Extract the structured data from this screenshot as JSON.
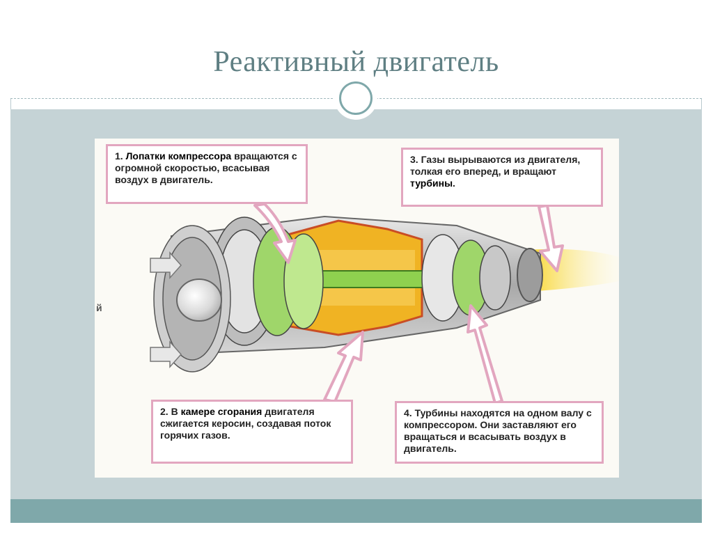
{
  "slide": {
    "title": "Реактивный двигатель"
  },
  "colors": {
    "title": "#5f7f83",
    "band": "#c5d3d6",
    "footer": "#7fa8aa",
    "callout_border": "#e2a6bf",
    "flame": "#f5e24a",
    "shaft": "#8fd14f",
    "chamber": "#f0b323"
  },
  "callouts": [
    {
      "id": 1,
      "lead": "1. ",
      "bold": "Лопатки компрессора",
      "text": "вращаются с огромной скоростью, всасывая воздух в двигатель."
    },
    {
      "id": 2,
      "lead": "2. В ",
      "bold": "камере сгорания",
      "text": "двигателя сжигается керосин, создавая поток горячих газов."
    },
    {
      "id": 3,
      "lead": "3. Газы вырываются из двигателя, толкая его вперед, и вращают ",
      "bold": "турбины",
      "text": "."
    },
    {
      "id": 4,
      "lead": "",
      "bold": "",
      "text": "4. Турбины находятся на одном валу с компрессором. Они заставляют его вращаться и всасывать воздух в двигатель."
    }
  ],
  "icons": {
    "intake_arrows": "arrow-right-icon",
    "emblem": "circle-ring-icon"
  }
}
